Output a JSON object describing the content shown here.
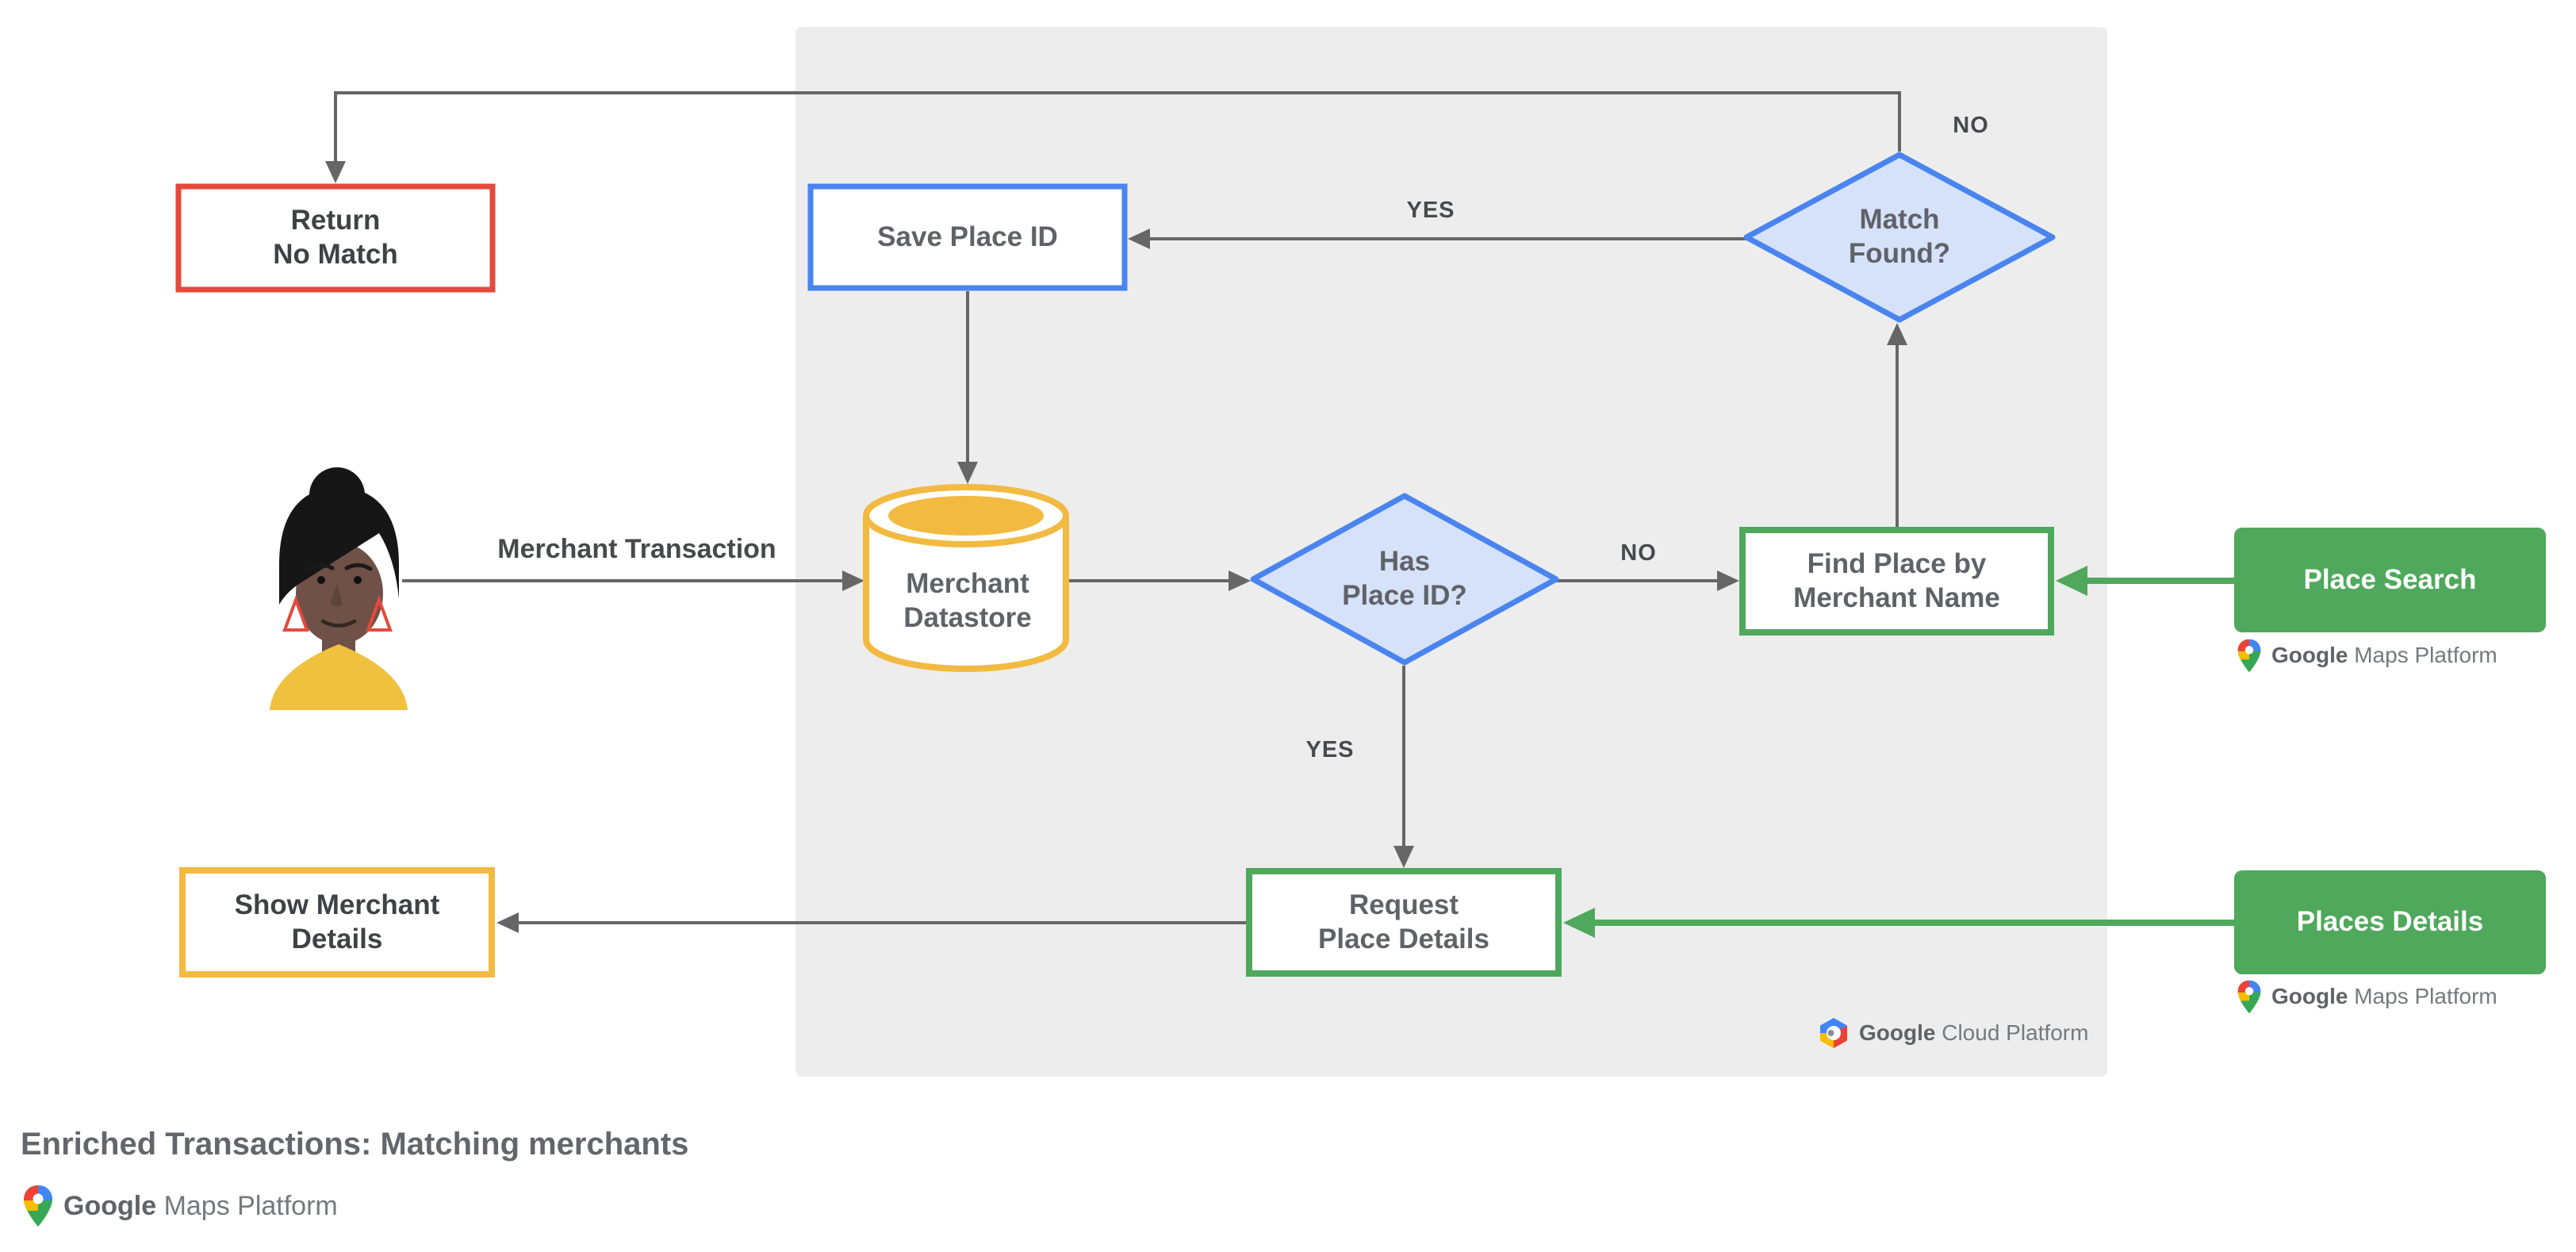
{
  "title": "Enriched Transactions: Matching merchants",
  "nodes": {
    "return_no_match": "Return\nNo Match",
    "save_place_id": "Save Place ID",
    "match_found": "Match\nFound?",
    "merchant_datastore": "Merchant\nDatastore",
    "has_place_id": "Has\nPlace ID?",
    "find_place_by_merchant_name": "Find Place by\nMerchant Name",
    "place_search": "Place Search",
    "request_place_details": "Request\nPlace Details",
    "places_details": "Places Details",
    "show_merchant_details": "Show Merchant\nDetails"
  },
  "edge_labels": {
    "match_found_no": "NO",
    "match_found_yes": "YES",
    "has_place_id_no": "NO",
    "has_place_id_yes": "YES",
    "merchant_transaction": "Merchant Transaction"
  },
  "logos": {
    "maps_brand": "Google",
    "maps_product": "Maps Platform",
    "cloud_brand": "Google",
    "cloud_product": "Cloud Platform"
  },
  "colors": {
    "red": "#e5493c",
    "blue_stroke": "#4a84ee",
    "blue_fill": "#d6e2fa",
    "yellow": "#f2ba41",
    "green": "#4fa85c",
    "gray_line": "#666666",
    "panel": "#ededed",
    "node_text": "#5f6368",
    "google_blue": "#4285f4",
    "google_red": "#ea4335",
    "google_yellow": "#fbbc05",
    "google_green": "#34a853"
  }
}
